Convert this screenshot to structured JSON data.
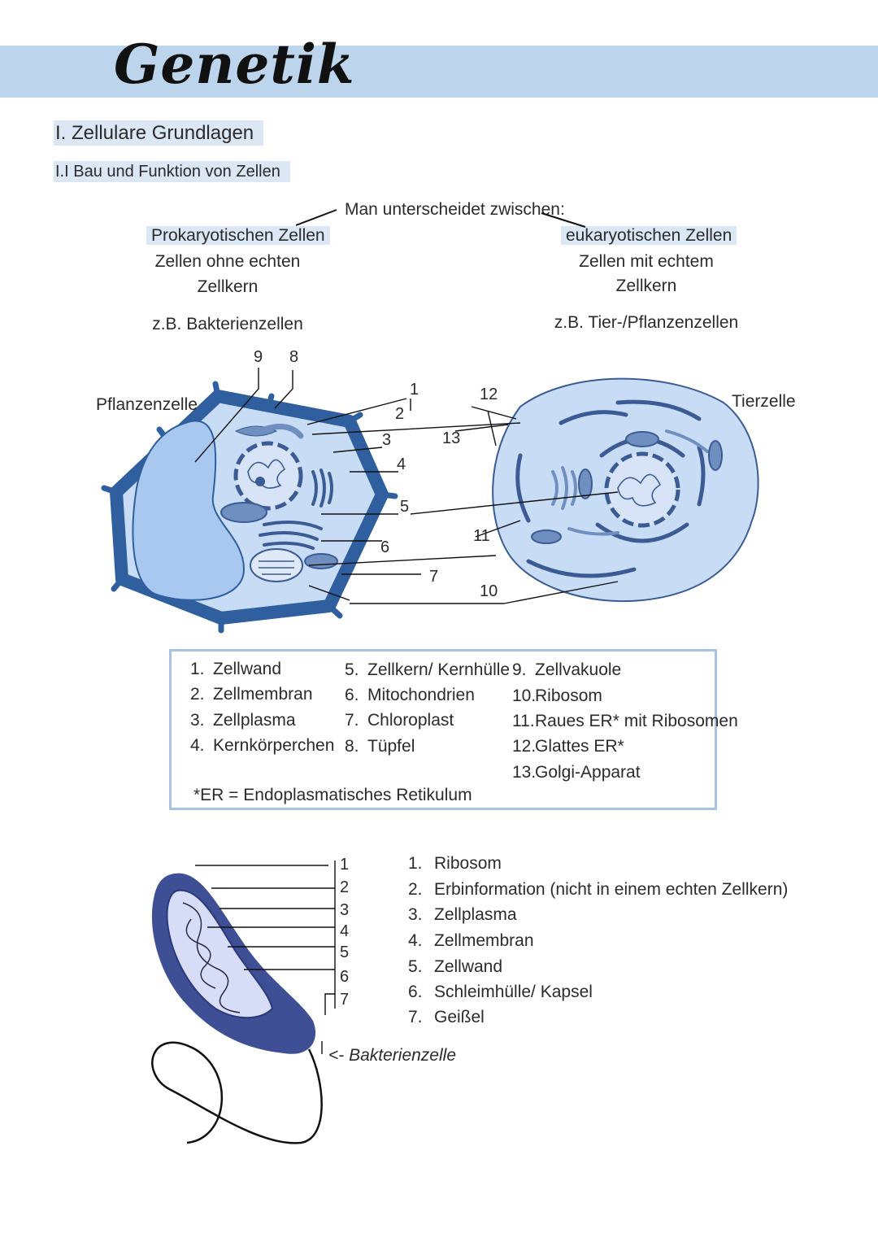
{
  "title": "Genetik",
  "section": "I. Zellulare Grundlagen",
  "subsection": "I.I Bau und Funktion von Zellen",
  "intro": "Man unterscheidet zwischen:",
  "prokaryotes": {
    "title": "Prokaryotischen Zellen",
    "line1": "Zellen ohne echten",
    "line2": "Zellkern",
    "example": "z.B. Bakterienzellen"
  },
  "eukaryotes": {
    "title": "eukaryotischen Zellen",
    "line1": "Zellen mit echtem",
    "line2": "Zellkern",
    "example": "z.B. Tier-/Pflanzenzellen"
  },
  "diagram_labels": {
    "plant": "Pflanzenzelle",
    "animal": "Tierzelle",
    "bacterium": "<- Bakterienzelle"
  },
  "cell_numbers": [
    "1",
    "2",
    "3",
    "4",
    "5",
    "6",
    "7",
    "8",
    "9",
    "10",
    "11",
    "12",
    "13"
  ],
  "legend": {
    "col1": [
      {
        "n": "1.",
        "label": "Zellwand"
      },
      {
        "n": "2.",
        "label": "Zellmembran"
      },
      {
        "n": "3.",
        "label": "Zellplasma"
      },
      {
        "n": "4.",
        "label": "Kernkörperchen"
      }
    ],
    "col2": [
      {
        "n": "5.",
        "label": "Zellkern/ Kernhülle"
      },
      {
        "n": "6.",
        "label": "Mitochondrien"
      },
      {
        "n": "7.",
        "label": "Chloroplast"
      },
      {
        "n": "8.",
        "label": "Tüpfel"
      }
    ],
    "col3": [
      {
        "n": "9.",
        "label": "Zellvakuole"
      },
      {
        "n": "10.",
        "label": "Ribosom"
      },
      {
        "n": "11.",
        "label": "Raues ER* mit Ribosomen"
      },
      {
        "n": "12.",
        "label": "Glattes ER*"
      },
      {
        "n": "13.",
        "label": "Golgi-Apparat"
      }
    ],
    "footnote": "*ER = Endoplasmatisches Retikulum"
  },
  "bacteria_numbers": [
    "1",
    "2",
    "3",
    "4",
    "5",
    "6",
    "7"
  ],
  "bacteria_list": [
    {
      "n": "1.",
      "label": "Ribosom"
    },
    {
      "n": "2.",
      "label": "Erbinformation (nicht in einem echten Zellkern)"
    },
    {
      "n": "3.",
      "label": "Zellplasma"
    },
    {
      "n": "4.",
      "label": "Zellmembran"
    },
    {
      "n": "5.",
      "label": "Zellwand"
    },
    {
      "n": "6.",
      "label": "Schleimhülle/ Kapsel"
    },
    {
      "n": "7.",
      "label": "Geißel"
    }
  ],
  "colors": {
    "header_band": "#bcd5ec",
    "highlight": "#dbe7f4",
    "cell_fill": "#c9dcf5",
    "cell_wall": "#2f5f9e",
    "organelle": "#3b5b94",
    "legend_border": "#a9c3e4",
    "bacteria_outer": "#3f4f95",
    "bacteria_inner": "#d7dcf7"
  }
}
